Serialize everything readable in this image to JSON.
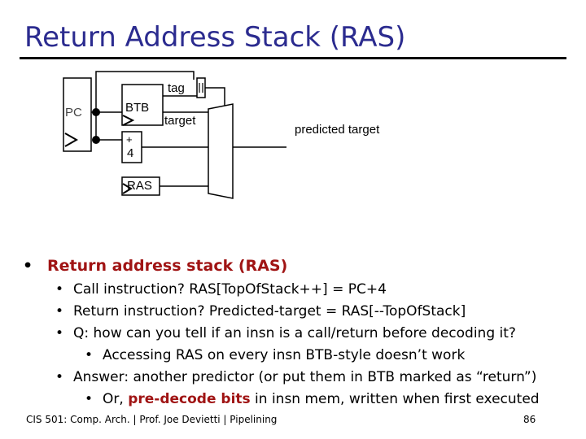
{
  "title": "Return Address Stack (RAS)",
  "diagram": {
    "pc": "PC",
    "btb": "BTB",
    "tag": "tag",
    "target": "target",
    "plus": "+",
    "four": "4",
    "ras": "RAS",
    "predicted_target": "predicted target"
  },
  "bullets": {
    "main": "Return address stack (RAS)",
    "sub1": "Call instruction? RAS[TopOfStack++] = PC+4",
    "sub2": "Return instruction? Predicted-target = RAS[--TopOfStack]",
    "sub3": "Q: how can you tell if an insn is a call/return before decoding it?",
    "sub3a": "Accessing RAS on every insn BTB-style doesn’t work",
    "sub4": "Answer: another predictor (or put them in BTB marked as “return”)",
    "sub4a_pre": "Or, ",
    "sub4a_hl": "pre-decode bits",
    "sub4a_post": " in insn mem, written when first executed"
  },
  "footer": {
    "text": "CIS 501: Comp. Arch.  |  Prof. Joe Devietti  |  Pipelining",
    "page": "86"
  }
}
